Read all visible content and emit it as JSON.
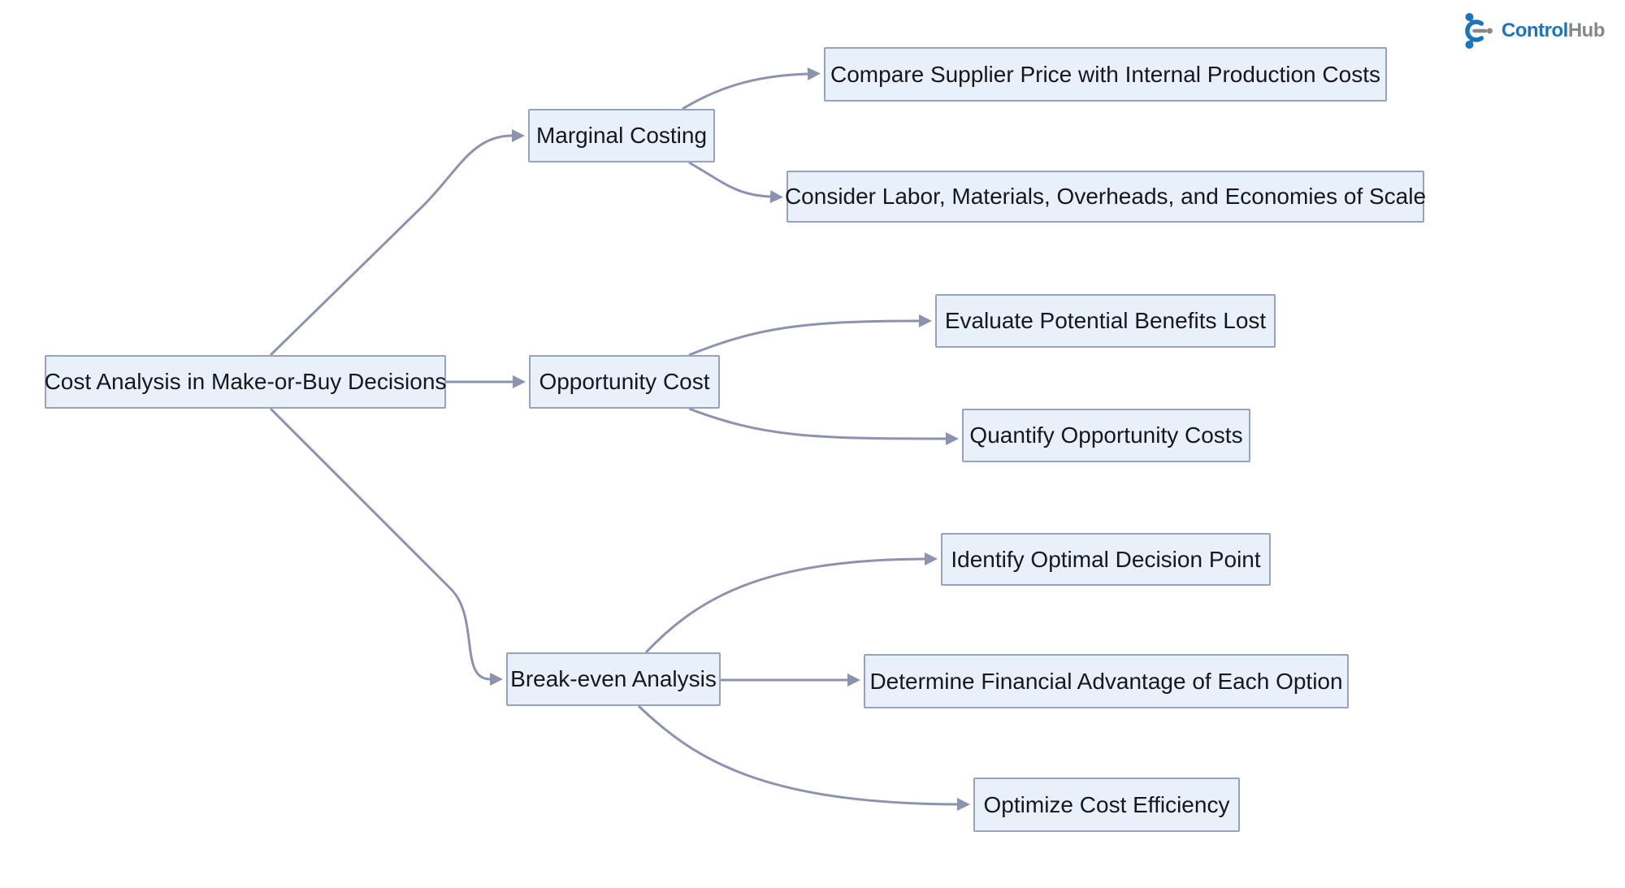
{
  "diagram": {
    "type": "flowchart-left-to-right",
    "colors": {
      "node_fill": "#e8f1fa",
      "node_border": "#99a2bc",
      "edge": "#8c93ae",
      "text": "#15181d"
    },
    "nodes": {
      "root": {
        "label": "Cost Analysis in Make-or-Buy Decisions"
      },
      "marginal": {
        "label": "Marginal Costing"
      },
      "opportunity": {
        "label": "Opportunity Cost"
      },
      "breakeven": {
        "label": "Break-even Analysis"
      },
      "compare": {
        "label": "Compare Supplier Price with Internal Production Costs"
      },
      "consider": {
        "label": "Consider Labor, Materials, Overheads, and Economies of Scale"
      },
      "evaluate": {
        "label": "Evaluate Potential Benefits Lost"
      },
      "quantify": {
        "label": "Quantify Opportunity Costs"
      },
      "identify": {
        "label": "Identify Optimal Decision Point"
      },
      "determine": {
        "label": "Determine Financial Advantage of Each Option"
      },
      "optimize": {
        "label": "Optimize Cost Efficiency"
      }
    },
    "edges": [
      {
        "from": "root",
        "to": "marginal"
      },
      {
        "from": "root",
        "to": "opportunity"
      },
      {
        "from": "root",
        "to": "breakeven"
      },
      {
        "from": "marginal",
        "to": "compare"
      },
      {
        "from": "marginal",
        "to": "consider"
      },
      {
        "from": "opportunity",
        "to": "evaluate"
      },
      {
        "from": "opportunity",
        "to": "quantify"
      },
      {
        "from": "breakeven",
        "to": "identify"
      },
      {
        "from": "breakeven",
        "to": "determine"
      },
      {
        "from": "breakeven",
        "to": "optimize"
      }
    ]
  },
  "logo": {
    "brand_primary": "Control",
    "brand_secondary": "Hub",
    "primary_color": "#1b75bc",
    "secondary_color": "#85878a"
  }
}
